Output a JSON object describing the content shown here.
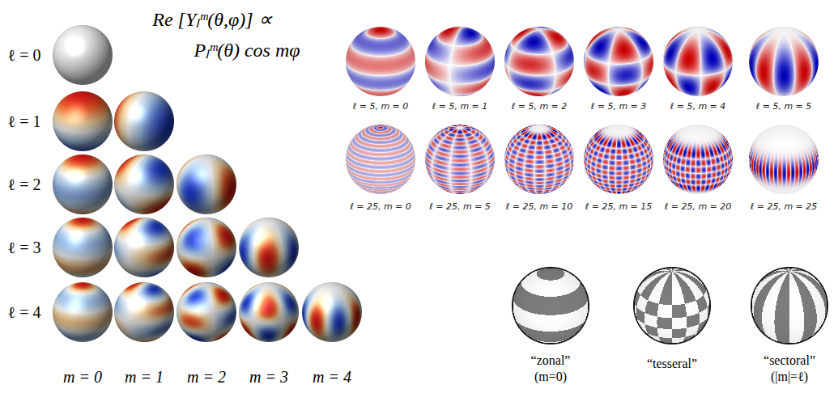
{
  "diagram": {
    "labels": [
      "Re [Yₗᵐ(θ,φ)] ∝",
      "Pₗᵐ(θ) cos mφ",
      "ℓ = 0",
      "ℓ = 1",
      "ℓ = 2",
      "ℓ = 3",
      "ℓ = 4",
      "ℓ = 5, m = 0",
      "ℓ = 5, m = 1",
      "ℓ = 5, m = 2",
      "ℓ = 5, m = 3",
      "ℓ = 5, m = 4",
      "ℓ = 5, m = 5",
      "ℓ = 25, m = 0",
      "ℓ = 25, m = 5",
      "ℓ = 25, m = 10",
      "ℓ = 25, m = 15",
      "ℓ = 25, m = 20",
      "ℓ = 25, m = 25",
      "m = 0",
      "m = 1",
      "m = 2",
      "m = 3",
      "m = 4",
      "“zonal”",
      "(m=0)",
      "“tesseral”",
      "“sectoral”",
      "(|m|=ℓ)"
    ]
  }
}
